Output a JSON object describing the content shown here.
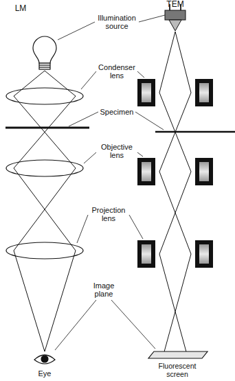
{
  "diagram": {
    "labels": [
      "LM",
      "TEM",
      "Illumination source",
      "Condenser lens",
      "Specimen",
      "Objective lens",
      "Projection lens",
      "Image plane",
      "Eye",
      "Fluorescent screen"
    ]
  }
}
